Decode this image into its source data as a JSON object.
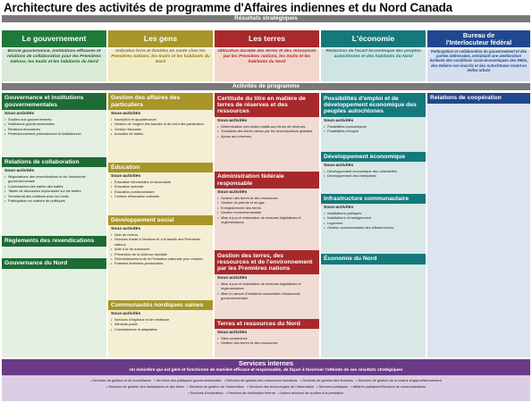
{
  "title": "Architecture des activités de programme d'Affaires indiennes et du Nord Canada",
  "bars": {
    "results": "Résultats stratégiques",
    "activities": "Activités de programme"
  },
  "columns": [
    {
      "heading": "Le gouvernement",
      "result": "Bonne gouvernance, institutions efficaces et relations de collaboration pour les Premières nations, les Inuits et les habitants du Nord",
      "boxes": [
        {
          "title": "Gouvernance et institutions gouvernementales",
          "sub_label": "Sous-activités",
          "items": [
            "Soutien aux gouvernements",
            "Institutions gouvernementales",
            "Relations financières",
            "Perfectionnement professionnel et institutionnel"
          ]
        },
        {
          "title": "Relations de collaboration",
          "sub_label": "Sous-activités",
          "items": [
            "Négociations des revendications et de l'autonomie gouvernementale",
            "Commissions des traités des traités",
            "Tables de discussion exploratoire sur les traités",
            "Secrétariat des relations avec les Inuits",
            "Participation en matière de politiques"
          ]
        },
        {
          "title": "Règlements des revendications",
          "sub_label": "",
          "items": []
        },
        {
          "title": "Gouvernance du Nord",
          "sub_label": "",
          "items": []
        }
      ]
    },
    {
      "heading": "Les gens",
      "result": "Individus forts et familles en santé chez les Premières nations, les Inuits et les habitants du Nord",
      "boxes": [
        {
          "title": "Gestion des affaires des particuliers",
          "sub_label": "Sous-activités",
          "items": [
            "Inscription et appartenance",
            "Gestion de l'argent des bandes et de celui des particuliers",
            "Gestion fiduciaire",
            "Annuités de traités"
          ]
        },
        {
          "title": "Éducation",
          "sub_label": "Sous-activités",
          "items": [
            "Éducation élémentaire et secondaire",
            "Éducation spéciale",
            "Éducation postsecondaire",
            "Centres d'éducation culturels"
          ]
        },
        {
          "title": "Développement social",
          "sub_label": "Sous-activités",
          "items": [
            "Aide au revenu",
            "Services d'aide à l'enfance et à la famille des Premières nations",
            "Aide à la vie autonome",
            "Prévention de la violence familiale",
            "Réinvestissement de la Prestation nationale pour enfants",
            "Ententes fédérales-provinciales"
          ]
        },
        {
          "title": "Communautés nordiques saines",
          "sub_label": "Sous-activités",
          "items": [
            "Services d'hôpitaux et de médecine",
            "Aliments-poste",
            "Connaissance et adaptation"
          ]
        }
      ]
    },
    {
      "heading": "Les terres",
      "result": "Utilisation durable des terres et des ressources par les Premières nations, les Inuits et les habitants du Nord",
      "boxes": [
        {
          "title": "Certitude du titre en matière de terres de réserves et des ressources",
          "sub_label": "Sous-activités",
          "items": [
            "Détermination des droits relatifs aux terres de réserves",
            "Transferts des terres visées par les revendications globales",
            "Ajouts aux réserves"
          ]
        },
        {
          "title": "Administration fédérale responsable",
          "sub_label": "Sous-activités",
          "items": [
            "Gestion des terres et des ressources",
            "Gestion du pétrole et du gaz",
            "Enregistrement des terres",
            "Gestion environnementale",
            "Mise à jour et élaboration de mesures législatives et réglementaires"
          ]
        },
        {
          "title": "Gestion des terres, des ressources et de l'environnement par les Premières nations",
          "sub_label": "Sous-activités",
          "items": [
            "Mise à jour et élaboration de mesures législatives et réglementaires",
            "Mise en œuvre d'initiatives sectorielles d'autonomie gouvernementale"
          ]
        },
        {
          "title": "Terres et ressources du Nord",
          "sub_label": "Sous-activités",
          "items": [
            "Sites contaminés",
            "Gestion des terres et des ressources"
          ]
        }
      ]
    },
    {
      "heading": "L'économie",
      "result": "Réduction de l'écart économique des peuples autochtones et des habitants du Nord",
      "boxes": [
        {
          "title": "Possibilités d'emploi et de développement économique des peuples autochtones",
          "sub_label": "Sous-activités",
          "items": [
            "Possibilités économiques",
            "Possibilités d'emploi"
          ]
        },
        {
          "title": "Développement économique",
          "sub_label": "Sous-activités",
          "items": [
            "Développement économique des collectivités",
            "Développement des entreprises"
          ]
        },
        {
          "title": "Infrastructure communautaire",
          "sub_label": "Sous-activités",
          "items": [
            "Installations publiques",
            "Installations d'enseignement",
            "Logement",
            "Gestion communautaire des infrastructures"
          ]
        },
        {
          "title": "Économie du Nord",
          "sub_label": "",
          "items": []
        }
      ]
    },
    {
      "heading_lines": [
        "Bureau de",
        "l'Interlocuteur fédéral"
      ],
      "result": "Participation et collaboration du gouvernement et des parties intéressées, entraînant une amélioration évidente des conditions socio-économiques des Métis, des Indiens non inscrits et des Autochtones vivant en milieu urbain",
      "boxes": [
        {
          "title": "Relations de coopération",
          "sub_label": "",
          "items": []
        }
      ]
    }
  ],
  "services": {
    "title": "Services internes",
    "subtitle": "Un ministère qui est géré et fonctionne de manière efficace et responsable, de façon à favoriser l'atteinte de ses résultats stratégiques",
    "items": [
      "Services de gestion et de surveillance",
      "Services des politiques gouvernementales",
      "Services de gestion des ressources humaines",
      "Services de gestion des finances",
      "Services de gestion de la chaîne d'approvisionnement",
      "Services de gestion des installations et des biens",
      "Services de gestion de l'information",
      "Services des technologies de l'information",
      "Services juridiques",
      "Affaires publiques/Services de communications",
      "Services d'évaluation",
      "Services de vérification interne",
      "Autres services de soutien à la prestation"
    ]
  },
  "colors": {
    "gouvernement": "#1f7a3a",
    "gens": "#a8962a",
    "terres": "#a8292b",
    "economie": "#15797c",
    "interlocuteur": "#20488f",
    "services": "#6b3a86",
    "bars": "#7a7a7a"
  }
}
